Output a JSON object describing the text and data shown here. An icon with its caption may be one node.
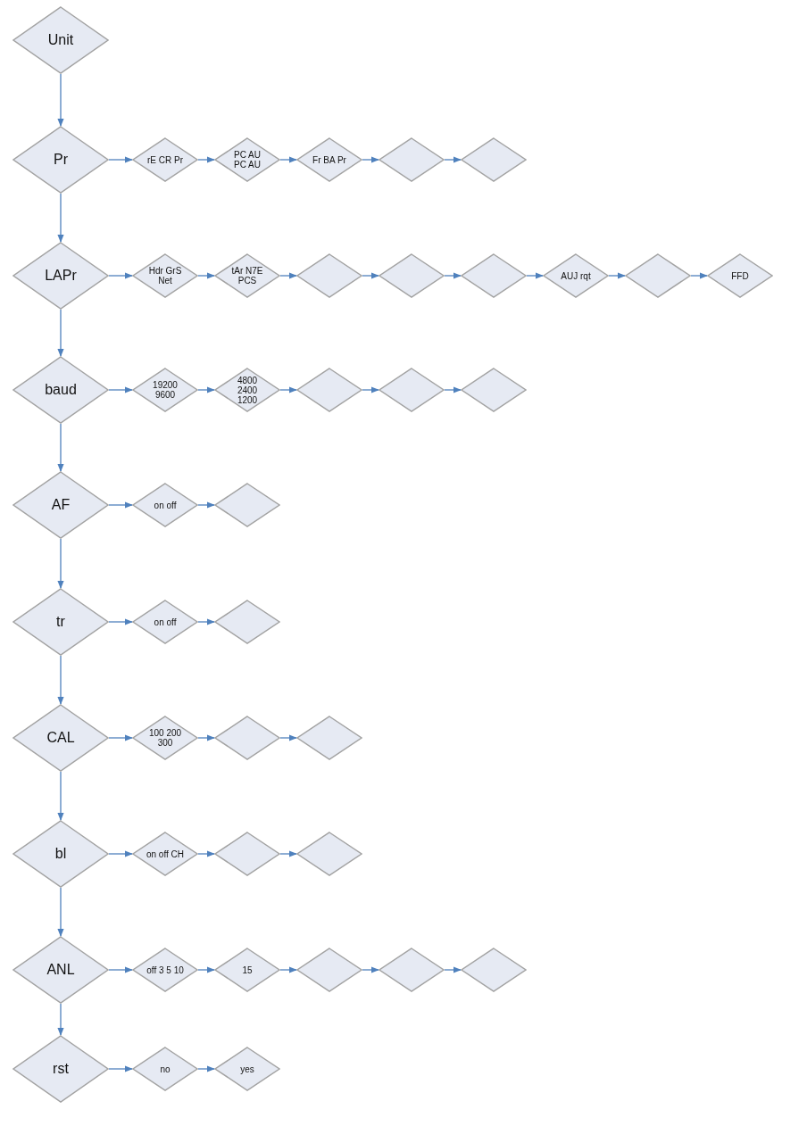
{
  "diagram": {
    "nodes": [
      {
        "text": [
          "Unit"
        ]
      },
      {
        "text": [
          "Pr"
        ]
      },
      {
        "text": [
          "rE CR Pr"
        ]
      },
      {
        "text": [
          "PC AU PC AU"
        ]
      },
      {
        "text": [
          "Fr BA Pr"
        ]
      },
      {
        "text": [],
        "shape": "diamond"
      },
      {
        "text": [],
        "shape": "diamond"
      },
      {
        "text": [
          "LAPr"
        ]
      },
      {
        "text": [
          "Hdr GrS Net"
        ]
      },
      {
        "text": [
          "tAr N7E PCS"
        ]
      },
      {
        "text": [],
        "shape": "diamond"
      },
      {
        "text": [],
        "shape": "diamond"
      },
      {
        "text": [],
        "shape": "diamond"
      },
      {
        "text": [
          "AUJ rqt"
        ]
      },
      {
        "text": [],
        "shape": "diamond"
      },
      {
        "text": [
          "FFD"
        ]
      },
      {
        "text": [
          "baud"
        ]
      },
      {
        "text": [
          "19200 9600"
        ]
      },
      {
        "text": [
          "4800 2400 1200"
        ]
      },
      {
        "text": [],
        "shape": "diamond"
      },
      {
        "text": [],
        "shape": "diamond"
      },
      {
        "text": [],
        "shape": "diamond"
      },
      {
        "text": [
          "AF"
        ]
      },
      {
        "text": [
          "on off"
        ]
      },
      {
        "text": [],
        "shape": "diamond"
      },
      {
        "text": [
          "tr"
        ]
      },
      {
        "text": [
          "on off"
        ]
      },
      {
        "text": [],
        "shape": "diamond"
      },
      {
        "text": [
          "CAL"
        ]
      },
      {
        "text": [
          "100 200 300"
        ]
      },
      {
        "text": [],
        "shape": "diamond"
      },
      {
        "text": [],
        "shape": "diamond"
      },
      {
        "text": [
          "bl"
        ]
      },
      {
        "text": [
          "on off CH"
        ]
      },
      {
        "text": [],
        "shape": "diamond"
      },
      {
        "text": [],
        "shape": "diamond"
      },
      {
        "text": [
          "ANL"
        ]
      },
      {
        "text": [
          "off 3 5 10"
        ]
      },
      {
        "text": [
          "15"
        ]
      },
      {
        "text": [],
        "shape": "diamond"
      },
      {
        "text": [],
        "shape": "diamond"
      },
      {
        "text": [],
        "shape": "diamond"
      },
      {
        "text": [
          "rst"
        ]
      },
      {
        "text": [
          "no"
        ]
      },
      {
        "text": [
          "yes"
        ]
      }
    ],
    "edges": [
      {
        "from": 0,
        "to": 1,
        "arrow": "to"
      },
      {
        "from": 1,
        "to": 7,
        "arrow": "to"
      },
      {
        "from": 7,
        "to": 16,
        "arrow": "to"
      },
      {
        "from": 16,
        "to": 22,
        "arrow": "to"
      },
      {
        "from": 22,
        "to": 25,
        "arrow": "to"
      },
      {
        "from": 25,
        "to": 28,
        "arrow": "to"
      },
      {
        "from": 28,
        "to": 32,
        "arrow": "to"
      },
      {
        "from": 32,
        "to": 36,
        "arrow": "to"
      },
      {
        "from": 36,
        "to": 42,
        "arrow": "to"
      },
      {
        "from": 1,
        "to": 2,
        "arrow": "to"
      },
      {
        "from": 2,
        "to": 3,
        "arrow": "to"
      },
      {
        "from": 3,
        "to": 4,
        "arrow": "to"
      },
      {
        "from": 4,
        "to": 5,
        "arrow": "to"
      },
      {
        "from": 5,
        "to": 6,
        "arrow": "to"
      },
      {
        "from": 7,
        "to": 8,
        "arrow": "to"
      },
      {
        "from": 8,
        "to": 9,
        "arrow": "to"
      },
      {
        "from": 9,
        "to": 10,
        "arrow": "to"
      },
      {
        "from": 10,
        "to": 11,
        "arrow": "to"
      },
      {
        "from": 11,
        "to": 12,
        "arrow": "to"
      },
      {
        "from": 12,
        "to": 13,
        "arrow": "to"
      },
      {
        "from": 13,
        "to": 14,
        "arrow": "to"
      },
      {
        "from": 14,
        "to": 15,
        "arrow": "to"
      },
      {
        "from": 16,
        "to": 17,
        "arrow": "to"
      },
      {
        "from": 17,
        "to": 18,
        "arrow": "to"
      },
      {
        "from": 18,
        "to": 19,
        "arrow": "to"
      },
      {
        "from": 19,
        "to": 20,
        "arrow": "to"
      },
      {
        "from": 20,
        "to": 21,
        "arrow": "to"
      },
      {
        "from": 22,
        "to": 23,
        "arrow": "to"
      },
      {
        "from": 23,
        "to": 24,
        "arrow": "to"
      },
      {
        "from": 25,
        "to": 26,
        "arrow": "to"
      },
      {
        "from": 26,
        "to": 27,
        "arrow": "to"
      },
      {
        "from": 28,
        "to": 29,
        "arrow": "to"
      },
      {
        "from": 29,
        "to": 30,
        "arrow": "to"
      },
      {
        "from": 30,
        "to": 31,
        "arrow": "to"
      },
      {
        "from": 32,
        "to": 33,
        "arrow": "to"
      },
      {
        "from": 33,
        "to": 34,
        "arrow": "to"
      },
      {
        "from": 34,
        "to": 35,
        "arrow": "to"
      },
      {
        "from": 36,
        "to": 37,
        "arrow": "to"
      },
      {
        "from": 37,
        "to": 38,
        "arrow": "to"
      },
      {
        "from": 38,
        "to": 39,
        "arrow": "to"
      },
      {
        "from": 39,
        "to": 40,
        "arrow": "to"
      },
      {
        "from": 40,
        "to": 41,
        "arrow": "to"
      },
      {
        "from": 42,
        "to": 43,
        "arrow": "to"
      },
      {
        "from": 43,
        "to": 44,
        "arrow": "to"
      }
    ]
  }
}
